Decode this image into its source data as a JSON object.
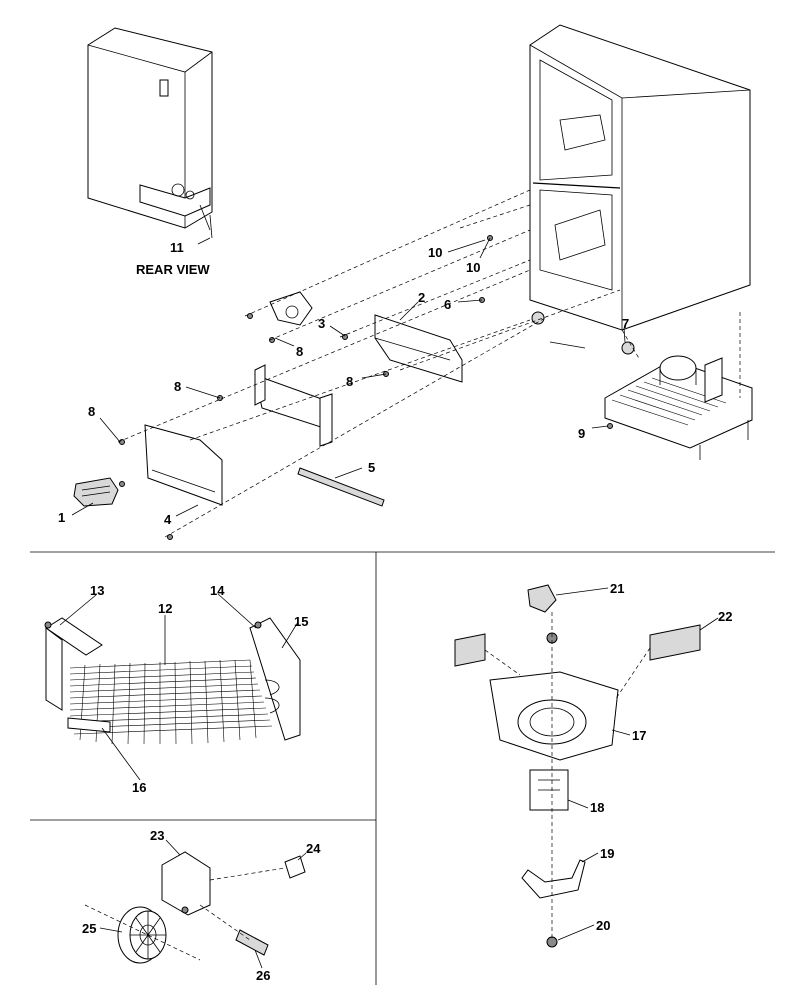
{
  "diagram": {
    "rear_view_caption": "REAR VIEW",
    "callouts": [
      "1",
      "2",
      "3",
      "4",
      "5",
      "6",
      "7",
      "8",
      "8",
      "8",
      "8",
      "9",
      "10",
      "10",
      "11",
      "12",
      "13",
      "14",
      "15",
      "16",
      "17",
      "18",
      "19",
      "20",
      "21",
      "22",
      "23",
      "24",
      "25",
      "26"
    ]
  }
}
